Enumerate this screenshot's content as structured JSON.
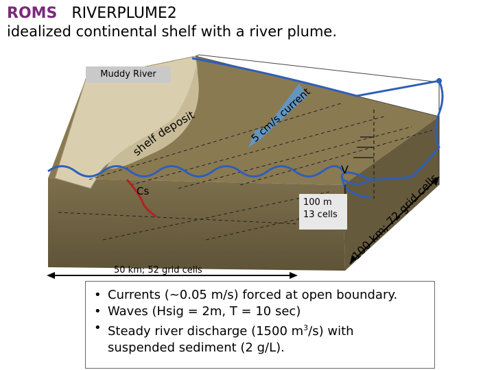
{
  "header": {
    "brand": "ROMS",
    "name": "RIVERPLUME2",
    "subtitle": "idealized continental shelf with a river plume."
  },
  "labels": {
    "muddy_river": "Muddy River",
    "shelf_deposit": "shelf deposit",
    "current": "5 cm/s current",
    "cs": "Cs",
    "v": "V",
    "depth_line1": "100 m",
    "depth_line2": "13 cells",
    "along_shore": "100 km; 72 grid cells",
    "cross_shore": "50 km; 52 grid cells"
  },
  "bullets": {
    "item1": "Currents (~0.05 m/s) forced at open boundary.",
    "item2": "Waves (Hsig = 2m, T = 10 sec)",
    "item3_pre": "Steady river discharge (1500 m",
    "item3_sup": "3",
    "item3_post": "/s) with",
    "item3_line2": "suspended sediment (2 g/L).",
    "bullet": "•"
  },
  "colors": {
    "brand": "#7a2a7a",
    "shelf_top": "#8a7a52",
    "shelf_side": "#6f6242",
    "land": "#d9cfae",
    "current_arrow": "#5b9bd5",
    "wave_line": "#2e5fb8",
    "profile_line": "#b22222"
  }
}
